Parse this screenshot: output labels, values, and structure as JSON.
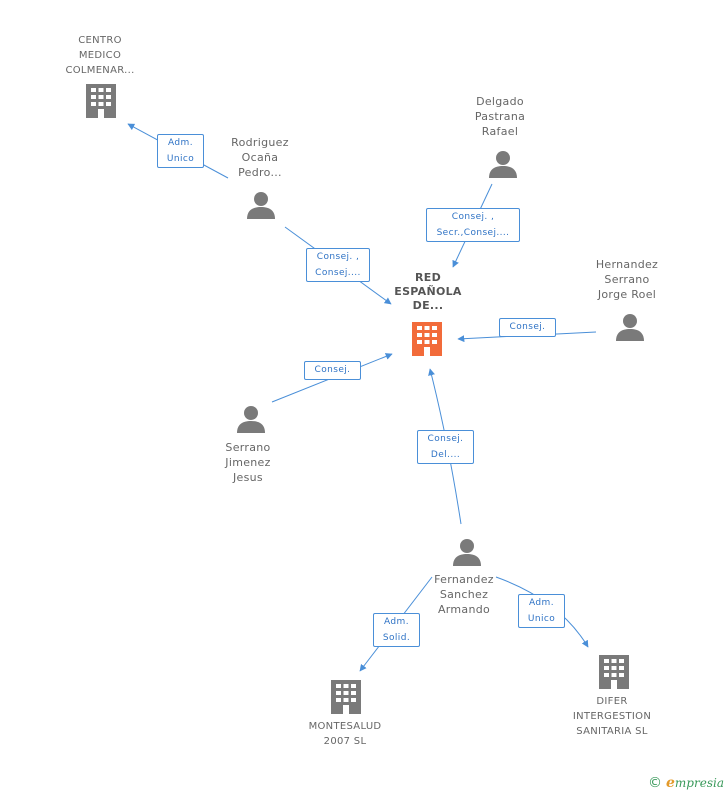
{
  "nodes": {
    "center": {
      "lines": [
        "RED",
        "ESPAÑOLA",
        "DE..."
      ]
    },
    "centro_medico": {
      "lines": [
        "CENTRO",
        "MEDICO",
        "COLMENAR..."
      ]
    },
    "rodriguez": {
      "lines": [
        "Rodriguez",
        "Ocaña",
        "Pedro..."
      ]
    },
    "delgado": {
      "lines": [
        "Delgado",
        "Pastrana",
        "Rafael"
      ]
    },
    "hernandez": {
      "lines": [
        "Hernandez",
        "Serrano",
        "Jorge Roel"
      ]
    },
    "serrano": {
      "lines": [
        "Serrano",
        "Jimenez",
        "Jesus"
      ]
    },
    "fernandez": {
      "lines": [
        "Fernandez",
        "Sanchez",
        "Armando"
      ]
    },
    "montesalud": {
      "lines": [
        "MONTESALUD",
        "2007 SL"
      ]
    },
    "difer": {
      "lines": [
        "DIFER",
        "INTERGESTION",
        "SANITARIA SL"
      ]
    }
  },
  "edges": {
    "rodriguez_centro": {
      "lines": [
        "Adm.",
        "Unico"
      ]
    },
    "rodriguez_center": {
      "lines": [
        "Consej. ,",
        "Consej...."
      ]
    },
    "delgado_center": {
      "lines": [
        "Consej. ,",
        "Secr.,Consej...."
      ]
    },
    "hernandez_center": {
      "lines": [
        "Consej."
      ]
    },
    "serrano_center": {
      "lines": [
        "Consej."
      ]
    },
    "fernandez_center": {
      "lines": [
        "Consej.",
        "Del...."
      ]
    },
    "fernandez_montesalud": {
      "lines": [
        "Adm.",
        "Solid."
      ]
    },
    "fernandez_difer": {
      "lines": [
        "Adm.",
        "Unico"
      ]
    }
  },
  "footer": {
    "copyright": "©",
    "brand_e": "e",
    "brand_rest": "mpresia"
  },
  "colors": {
    "center_icon": "#f26b3a",
    "node_icon": "#7a7a7a",
    "edge": "#4a8fd8",
    "edge_text": "#2f73c5"
  },
  "icons": {
    "company": "building-icon",
    "person": "person-icon"
  }
}
